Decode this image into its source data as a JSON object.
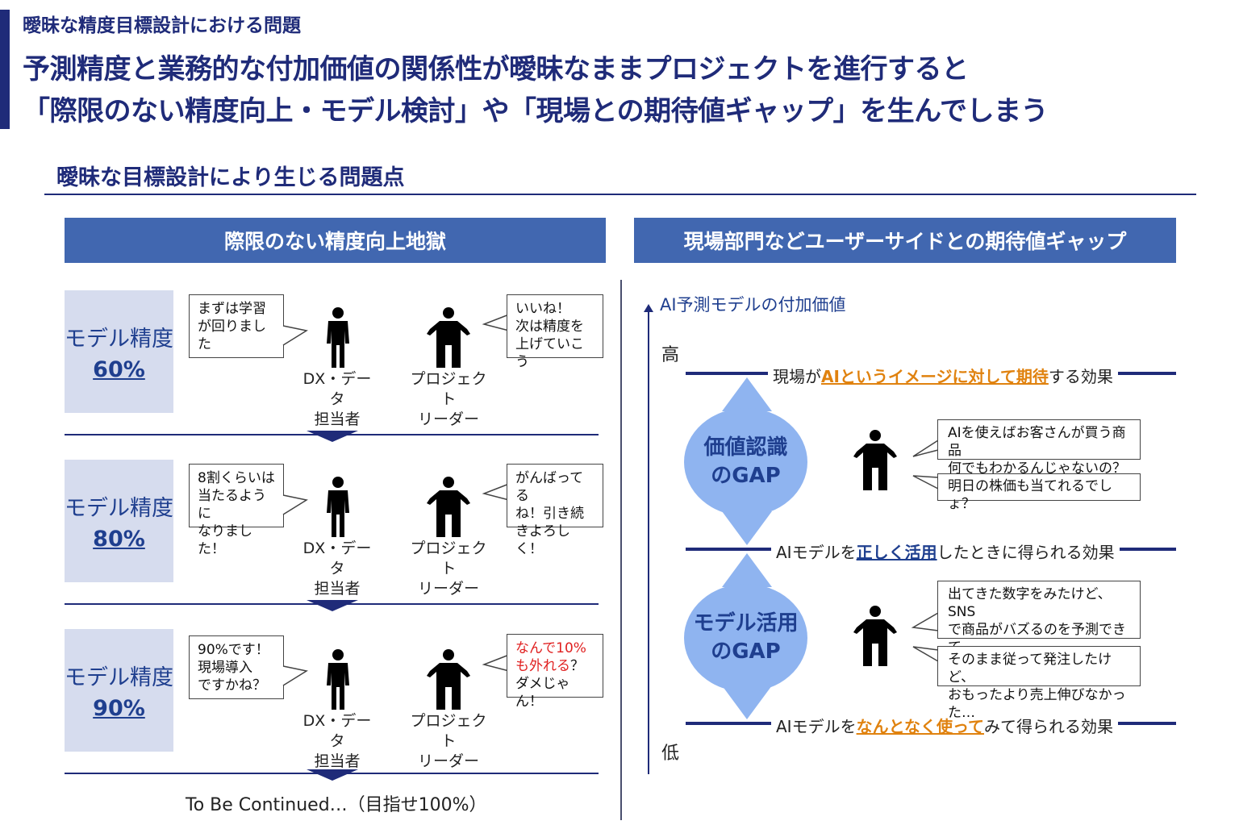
{
  "header": {
    "kicker": "曖昧な精度目標設計における問題",
    "headline_line1": "予測精度と業務的な付加価値の関係性が曖昧なままプロジェクトを進行すると",
    "headline_line2": "「際限のない精度向上・モデル検討」や「現場との期待値ギャップ」を生んでしまう"
  },
  "section_title": "曖昧な目標設計により生じる問題点",
  "left_panel": {
    "heading": "際限のない精度向上地獄",
    "accuracy_label": "モデル精度",
    "dx_label": "DX・データ\n担当者",
    "leader_label": "プロジェクト\nリーダー",
    "rows": [
      {
        "accuracy": "60%",
        "dx_says": "まずは学習\nが回りました",
        "leader_says": "いいね！\n次は精度を\n上げていこう"
      },
      {
        "accuracy": "80%",
        "dx_says": "8割くらいは\n当たるように\nなりました！",
        "leader_says": "がんばってる\nね！引き続\nきよろしく！"
      },
      {
        "accuracy": "90%",
        "dx_says": "90%です！\n現場導入\nですかね？",
        "leader_says_red": "なんで10%\nも外れる",
        "leader_says_tail": "？\nダメじゃん！"
      }
    ],
    "continued": "To Be Continued…（目指せ100%）"
  },
  "right_panel": {
    "heading": "現場部門などユーザーサイドとの期待値ギャップ",
    "axis_label": "AI予測モデルの付加価値",
    "high": "高",
    "low": "低",
    "levels": [
      {
        "pre": "現場が",
        "highlight": "AIというイメージに対して期待",
        "post": "する効果",
        "style": "orange"
      },
      {
        "pre": "AIモデルを",
        "highlight": "正しく活用",
        "post": "したときに得られる効果",
        "style": "blue"
      },
      {
        "pre": "AIモデルを",
        "highlight": "なんとなく使って",
        "post": "みて得られる効果",
        "style": "orange"
      }
    ],
    "gaps": [
      {
        "title": "価値認識\nのGAP",
        "comments": [
          "AIを使えばお客さんが買う商品\n何でもわかるんじゃないの？",
          "明日の株価も当てれるでしょ？"
        ]
      },
      {
        "title": "モデル活用\nのGAP",
        "comments": [
          "出てきた数字をみたけど、SNS\nで商品がバズるのを予測できて\nなかった！",
          "そのまま従って発注したけど、\nおもったより売上伸びなかった…"
        ]
      }
    ]
  },
  "colors": {
    "navy": "#1f2b79",
    "header_blue": "#4167b0",
    "light_box": "#d6dcee",
    "gap_blue": "#8fb4f0",
    "orange": "#e0820f",
    "red": "#e02020"
  }
}
